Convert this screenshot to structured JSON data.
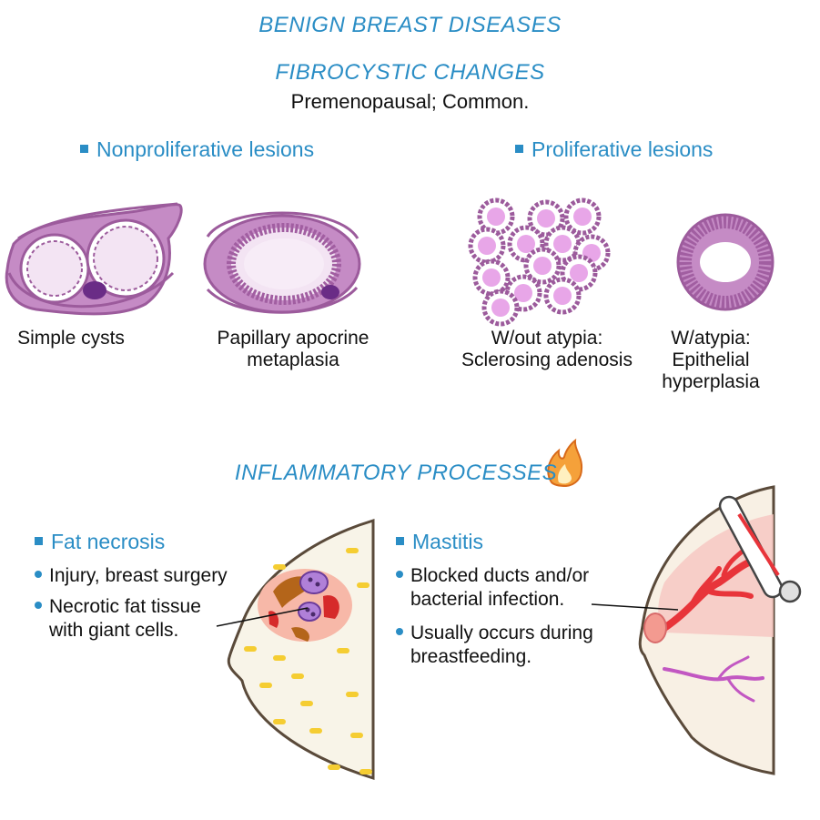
{
  "title": "BENIGN BREAST DISEASES",
  "fibrocystic": {
    "heading": "FIBROCYSTIC CHANGES",
    "subtitle": "Premenopausal; Common.",
    "nonproliferative": {
      "heading": "Nonproliferative lesions",
      "items": [
        "Simple cysts",
        "Papillary apocrine",
        "metaplasia"
      ]
    },
    "proliferative": {
      "heading": "Proliferative lesions",
      "without_atypia": [
        "W/out atypia:",
        "Sclerosing adenosis"
      ],
      "with_atypia": [
        "W/atypia:",
        "Epithelial",
        "hyperplasia"
      ]
    }
  },
  "inflammatory": {
    "heading": "INFLAMMATORY PROCESSES",
    "fat_necrosis": {
      "heading": "Fat necrosis",
      "bullets": [
        [
          "Injury, breast surgery"
        ],
        [
          "Necrotic fat tissue",
          "with giant cells."
        ]
      ]
    },
    "mastitis": {
      "heading": "Mastitis",
      "bullets": [
        [
          "Blocked ducts and/or",
          "bacterial infection."
        ],
        [
          "Usually occurs during",
          "breastfeeding."
        ]
      ]
    }
  },
  "colors": {
    "accent": "#2a8dc5",
    "tissue_purple": "#b077b0",
    "lumen": "#f3e4f3",
    "cell_pink": "#e8a6e8",
    "inflamed_red": "#e8343a",
    "fat_yellow": "#f5cd32",
    "breast_fill": "#f8f4e8"
  }
}
